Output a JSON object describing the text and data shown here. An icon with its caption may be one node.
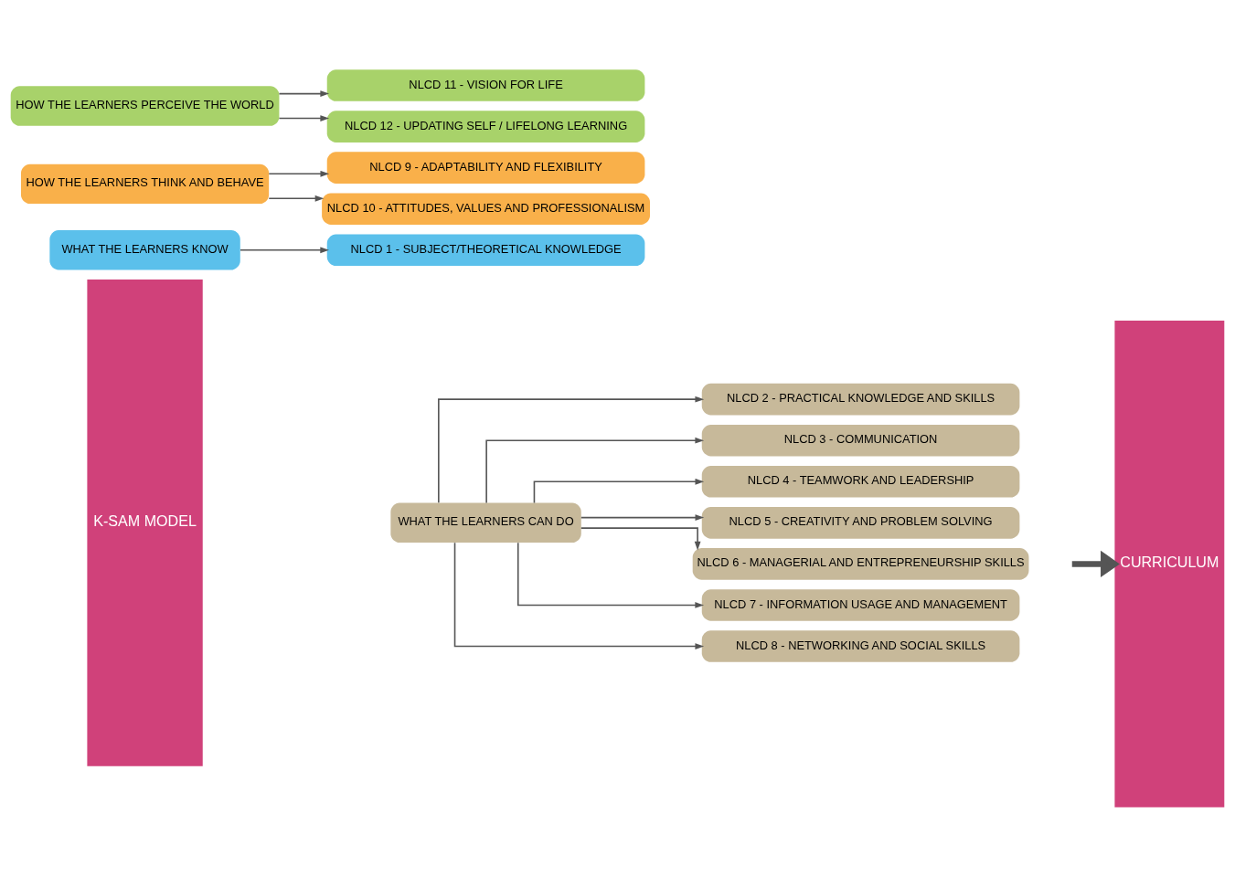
{
  "diagram": {
    "nodes": [
      {
        "text": [
          "K-SAM MODEL"
        ]
      },
      {
        "text": [
          "WHAT THE LEARNERS KNOW"
        ]
      },
      {
        "text": [
          "WHAT THE LEARNERS CAN DO"
        ]
      },
      {
        "text": [
          "HOW THE LEARNERS THINK AND BEHAVE"
        ]
      },
      {
        "text": [
          "HOW THE LEARNERS PERCEIVE THE WORLD"
        ]
      },
      {
        "text": [
          "NLCD 1 - SUBJECT/THEORETICAL KNOWLEDGE"
        ]
      },
      {
        "text": [
          "NLCD 2 - PRACTICAL KNOWLEDGE AND SKILLS"
        ]
      },
      {
        "text": [
          "NLCD 3 - COMMUNICATION"
        ]
      },
      {
        "text": [
          "NLCD 4 - TEAMWORK AND LEADERSHIP"
        ]
      },
      {
        "text": [
          "NLCD 5 - CREATIVITY AND PROBLEM SOLVING"
        ]
      },
      {
        "text": [
          "NLCD 6 - MANAGERIAL AND ENTREPRENEURSHIP SKILLS"
        ]
      },
      {
        "text": [
          "NLCD 7 - INFORMATION USAGE AND MANAGEMENT"
        ]
      },
      {
        "text": [
          "NLCD 8 - NETWORKING AND SOCIAL SKILLS"
        ]
      },
      {
        "text": [
          "NLCD 9 - ADAPTABILITY AND FLEXIBILITY"
        ]
      },
      {
        "text": [
          "NLCD 10 - ATTITUDES, VALUES AND PROFESSIONALISM"
        ]
      },
      {
        "text": [
          "NLCD 11 - VISION FOR LIFE"
        ]
      },
      {
        "text": [
          "NLCD 12 - UPDATING SELF / LIFELONG LEARNING"
        ]
      },
      {
        "text": [
          "CURRICULUM"
        ]
      }
    ],
    "edges": [
      {
        "from": 1,
        "to": 5,
        "arrow": "to"
      },
      {
        "from": 2,
        "to": 6,
        "arrow": "to"
      },
      {
        "from": 2,
        "to": 7,
        "arrow": "to"
      },
      {
        "from": 2,
        "to": 8,
        "arrow": "to"
      },
      {
        "from": 2,
        "to": 9,
        "arrow": "to"
      },
      {
        "from": 2,
        "to": 10,
        "arrow": "to"
      },
      {
        "from": 2,
        "to": 11,
        "arrow": "to"
      },
      {
        "from": 2,
        "to": 12,
        "arrow": "to"
      },
      {
        "from": 3,
        "to": 13,
        "arrow": "to"
      },
      {
        "from": 3,
        "to": 14,
        "arrow": "to"
      },
      {
        "from": 4,
        "to": 15,
        "arrow": "to"
      },
      {
        "from": 4,
        "to": 16,
        "arrow": "to"
      },
      {
        "from": null,
        "to": 17,
        "arrow": "to",
        "style": "thick",
        "color": "#555555"
      }
    ]
  }
}
